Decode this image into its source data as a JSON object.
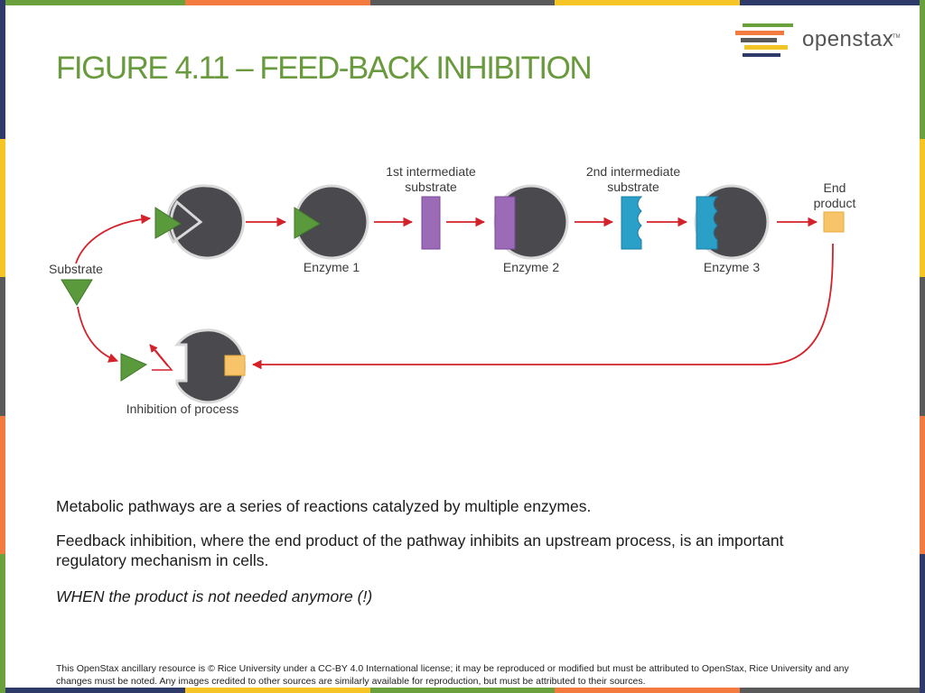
{
  "slide": {
    "title": "FIGURE 4.11 – FEED-BACK INHIBITION",
    "logo_text": "openstax",
    "logo_tm": "TM",
    "paragraphs": [
      "Metabolic pathways are a series of reactions catalyzed by multiple enzymes.",
      "Feedback inhibition, where the end product of the pathway inhibits an upstream process, is an important regulatory mechanism in cells.",
      "WHEN the product is not needed anymore (!)"
    ],
    "footer": "This OpenStax ancillary resource is © Rice University under a CC-BY 4.0 International license; it may be reproduced or modified but must be attributed to OpenStax, Rice University and any changes must be noted. Any images credited to other sources are similarly available for reproduction, but must be attributed to their sources."
  },
  "diagram": {
    "labels": {
      "substrate": "Substrate",
      "enzyme1": "Enzyme 1",
      "enzyme2": "Enzyme 2",
      "enzyme3": "Enzyme 3",
      "first_intermediate_l1": "1st intermediate",
      "first_intermediate_l2": "substrate",
      "second_intermediate_l1": "2nd intermediate",
      "second_intermediate_l2": "substrate",
      "end_product_l1": "End",
      "end_product_l2": "product",
      "inhibition": "Inhibition of process"
    }
  },
  "colors": {
    "title_green": "#6a9a3e",
    "enzyme_gray": "#4a4a4e",
    "substrate_green": "#5a9a3c",
    "intermediate1_purple": "#9b6bb8",
    "intermediate2_blue": "#2aa0c8",
    "end_product_orange": "#f7c46a",
    "arrow_red": "#d4222a"
  }
}
